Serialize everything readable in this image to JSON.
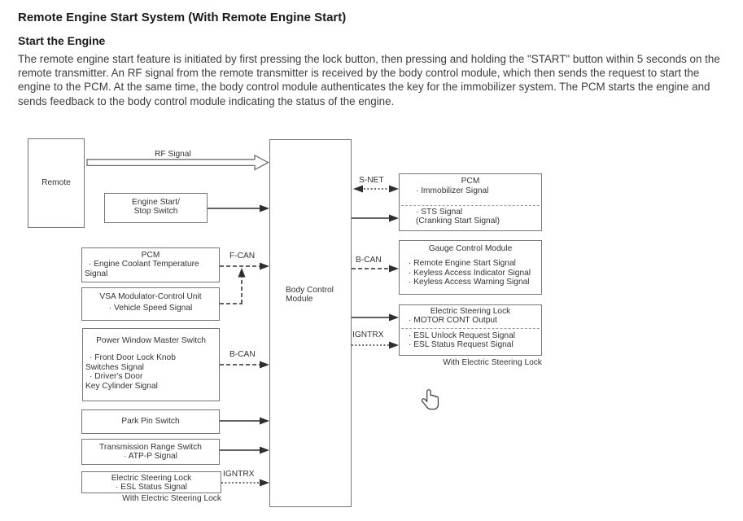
{
  "header": {
    "title": "Remote Engine Start System (With Remote Engine Start)",
    "subtitle": "Start the Engine",
    "paragraph": "The remote engine start feature is initiated by first pressing the lock button, then pressing and holding the \"START\" button within 5 seconds on the remote transmitter. An RF signal from the remote transmitter is received by the body control module, which then sends the request to start the engine to the PCM. At the same time, the body control module authenticates the key for the immobilizer system. The PCM starts the engine and sends feedback to the body control module indicating the status of the engine."
  },
  "diagram": {
    "colors": {
      "line": "#2e2e2e",
      "box_border": "#767676",
      "text": "#333333"
    },
    "boxes": {
      "remote": {
        "title": "Remote"
      },
      "engine_switch": {
        "lines": [
          "Engine Start/",
          "Stop Switch"
        ]
      },
      "pcm_left": {
        "title": "PCM",
        "lines": [
          "· Engine Coolant Temperature",
          "Signal"
        ]
      },
      "vsa": {
        "lines": [
          "VSA Modulator-Control Unit",
          "· Vehicle Speed Signal"
        ]
      },
      "pwms": {
        "title": "Power Window Master Switch",
        "lines": [
          "· Front Door Lock Knob",
          "Switches Signal",
          "· Driver's Door",
          "Key Cylinder Signal"
        ]
      },
      "park_pin": {
        "title": "Park Pin Switch"
      },
      "trans_range": {
        "lines": [
          "Transmission Range Switch",
          "· ATP-P Signal"
        ]
      },
      "esl_left": {
        "lines": [
          "Electric Steering Lock",
          "· ESL Status Signal"
        ]
      },
      "bcm": {
        "lines": [
          "Body Control",
          "Module"
        ]
      },
      "pcm_right": {
        "title": "PCM",
        "top_lines": [
          "· Immobilizer Signal"
        ],
        "bottom_lines": [
          "· STS Signal",
          "(Cranking Start Signal)"
        ]
      },
      "gauge": {
        "title": "Gauge Control Module",
        "lines": [
          "· Remote Engine Start Signal",
          "· Keyless Access Indicator Signal",
          "· Keyless Access Warning Signal"
        ]
      },
      "esl_right": {
        "title": "Electric Steering Lock",
        "top_lines": [
          "· MOTOR CONT Output"
        ],
        "bottom_lines": [
          "· ESL Unlock Request Signal",
          "· ESL Status Request Signal"
        ]
      }
    },
    "bus_labels": {
      "rf": "RF Signal",
      "fcan": "F-CAN",
      "bcan_left": "B-CAN",
      "igntrx_left": "IGNTRX",
      "snet": "S-NET",
      "bcan_right": "B-CAN",
      "igntrx_right": "IGNTRX"
    },
    "captions": {
      "esl_left_note": "With Electric Steering Lock",
      "esl_right_note": "With Electric Steering Lock"
    }
  }
}
